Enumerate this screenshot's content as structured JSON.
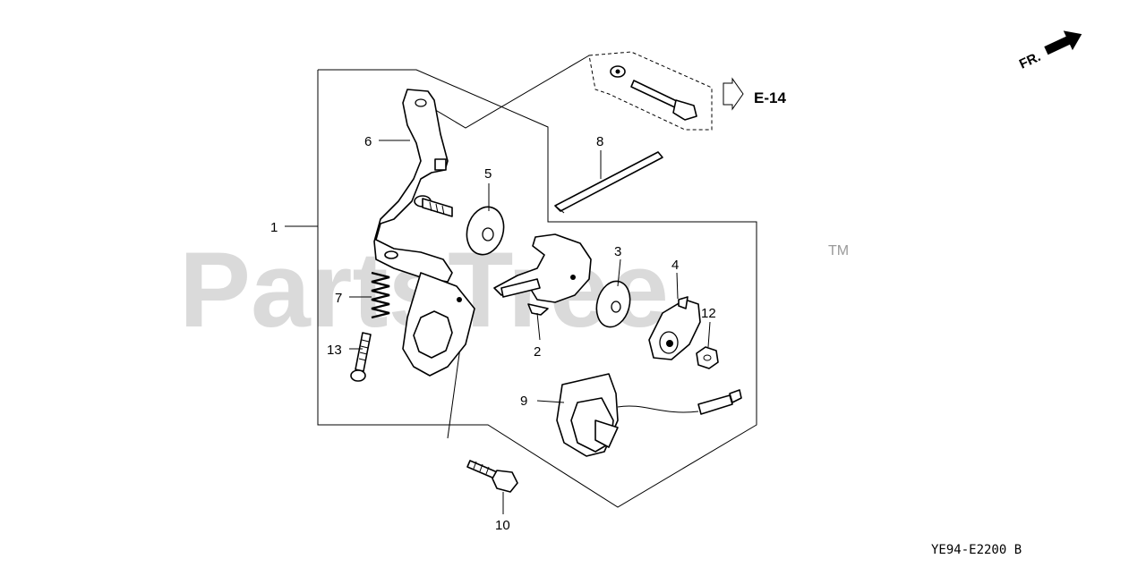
{
  "callouts": [
    {
      "id": "1",
      "label": "1"
    },
    {
      "id": "2",
      "label": "2"
    },
    {
      "id": "3",
      "label": "3"
    },
    {
      "id": "4",
      "label": "4"
    },
    {
      "id": "5",
      "label": "5"
    },
    {
      "id": "6",
      "label": "6"
    },
    {
      "id": "7",
      "label": "7"
    },
    {
      "id": "8",
      "label": "8"
    },
    {
      "id": "9",
      "label": "9"
    },
    {
      "id": "10",
      "label": "10"
    },
    {
      "id": "12",
      "label": "12"
    },
    {
      "id": "13",
      "label": "13"
    }
  ],
  "reference": {
    "label": "E-14"
  },
  "direction": {
    "label": "FR."
  },
  "drawing_code": "YE94-E2200 B",
  "watermark": {
    "text": "PartsTree",
    "tm": "TM"
  }
}
